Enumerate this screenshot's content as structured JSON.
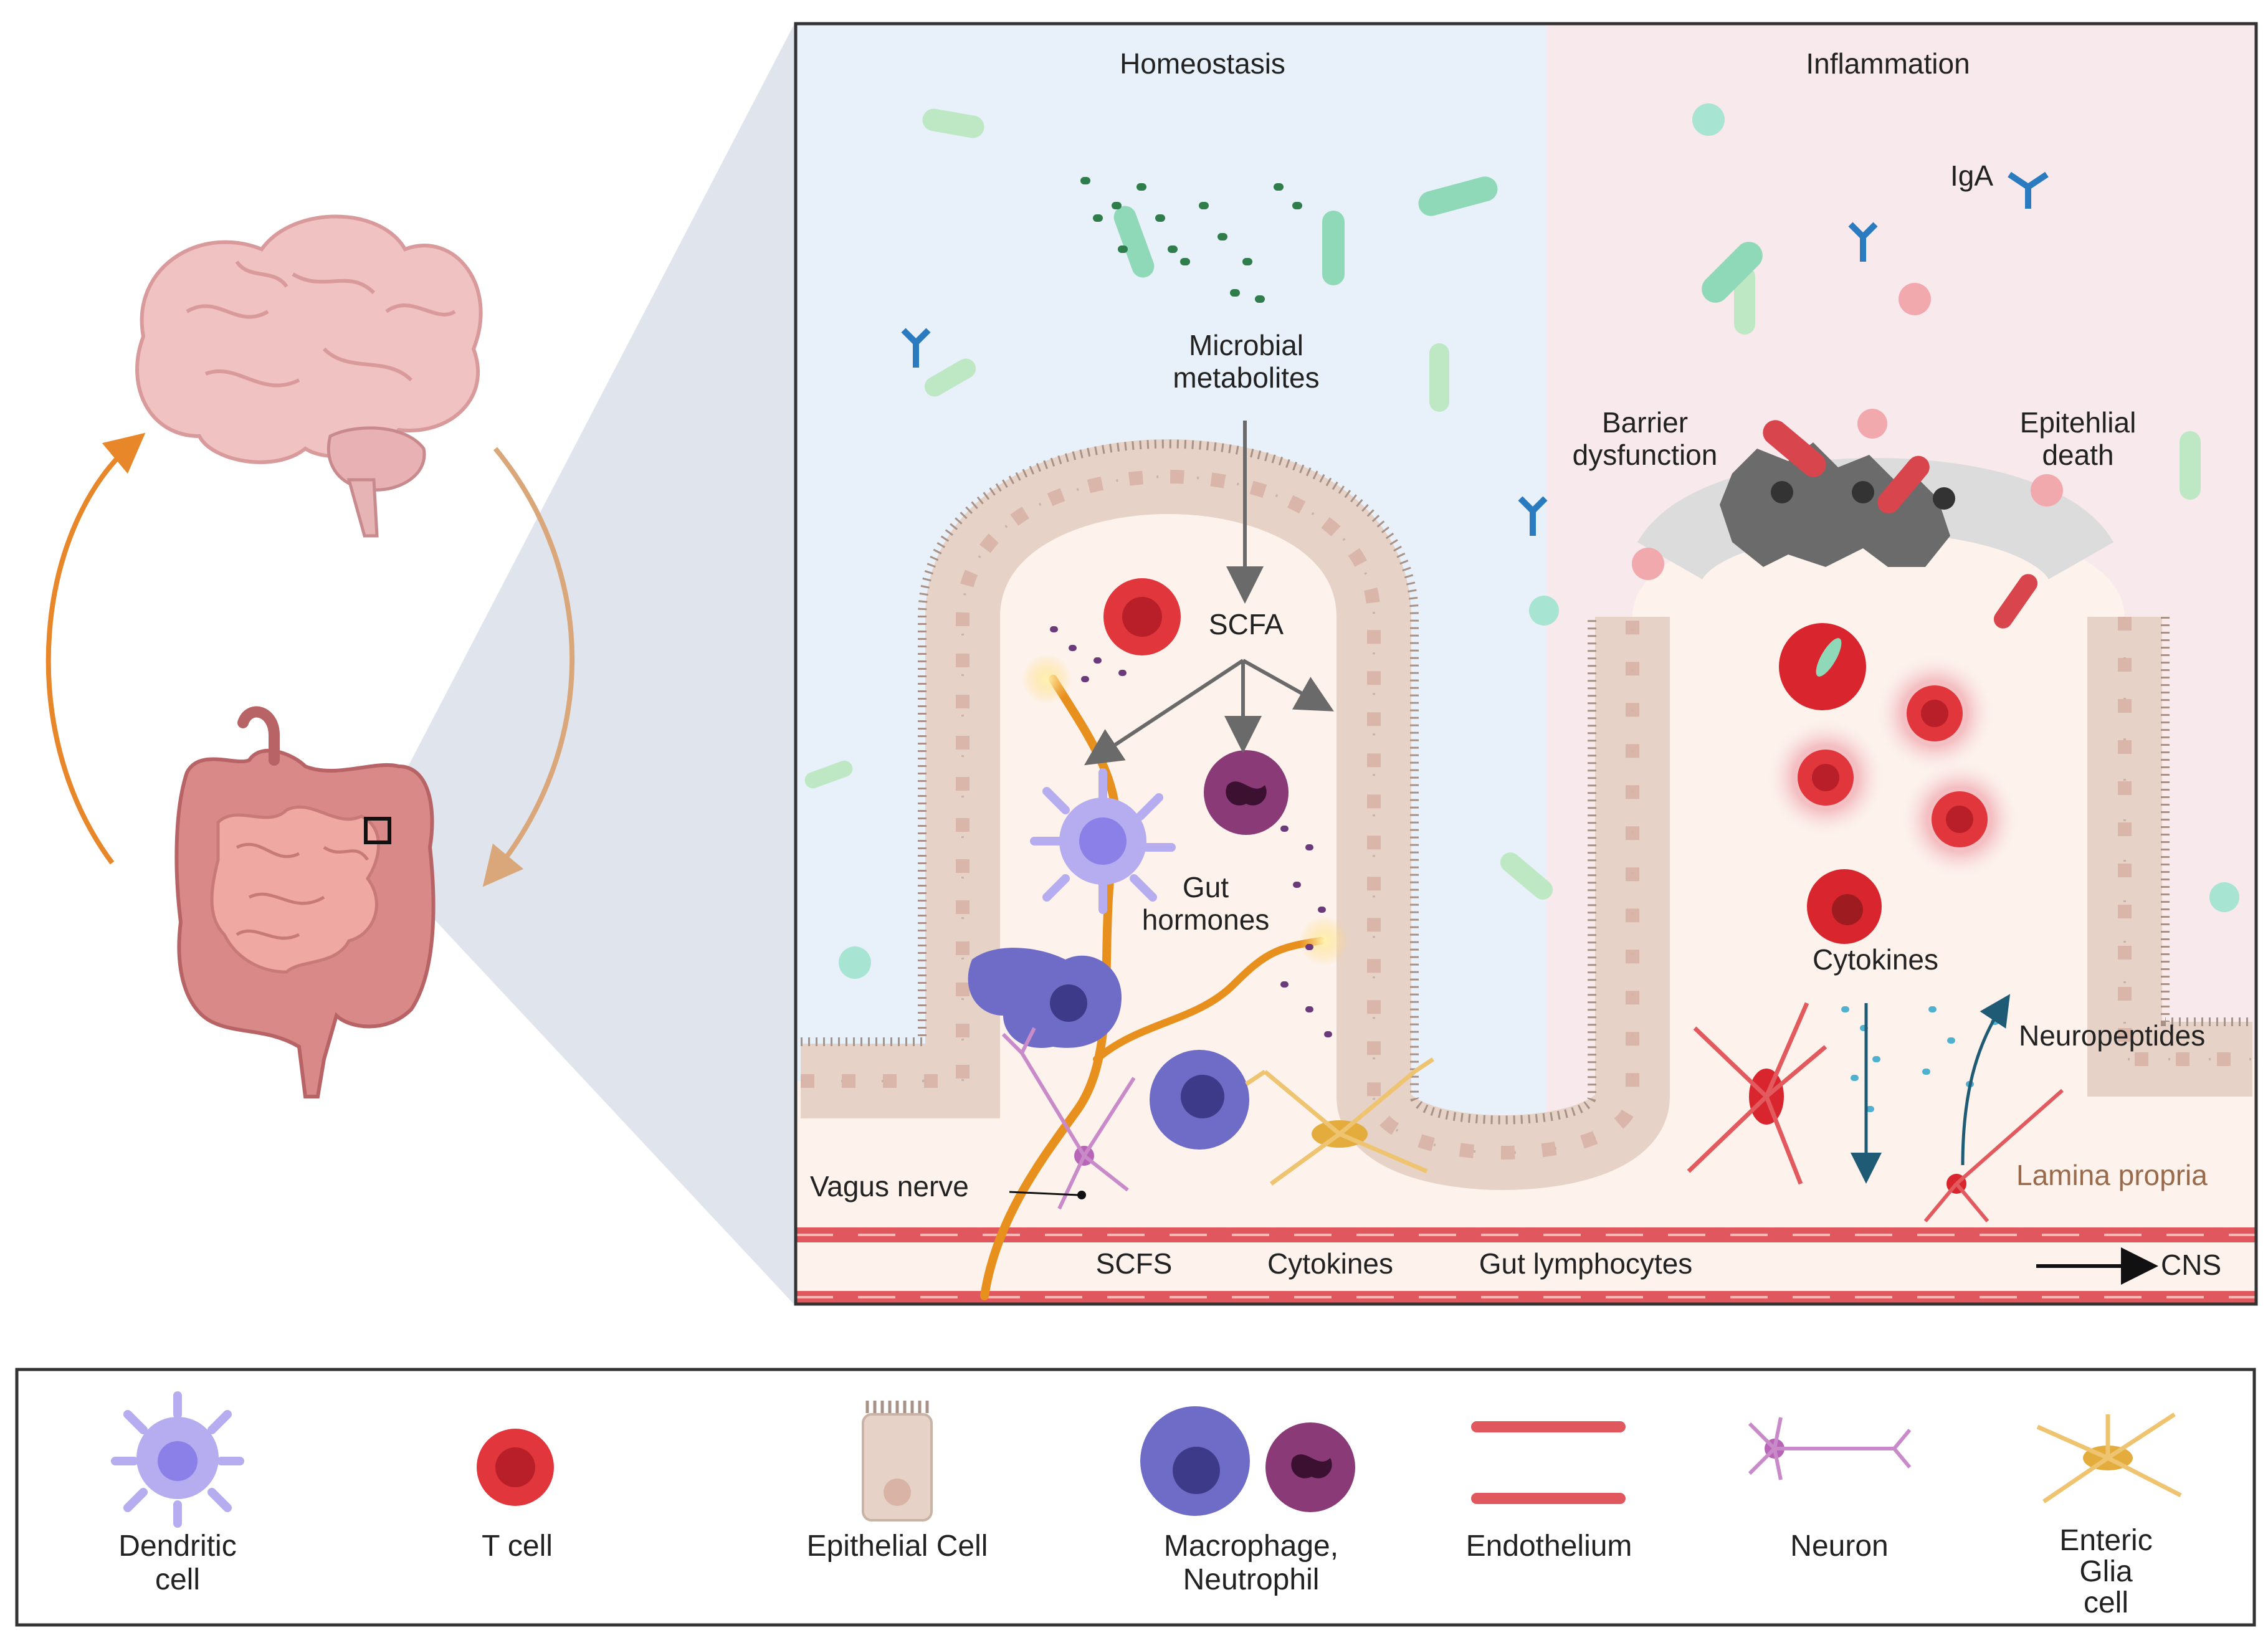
{
  "panel": {
    "homeostasis_title": "Homeostasis",
    "inflammation_title": "Inflammation",
    "microbial_metabolites": "Microbial\nmetabolites",
    "scfa": "SCFA",
    "gut_hormones": "Gut\nhormones",
    "vagus_nerve": "Vagus nerve",
    "iga": "IgA",
    "barrier_dysfunction": "Barrier\ndysfunction",
    "epithelial_death": "Epitehlial\ndeath",
    "cytokines_inflam": "Cytokines",
    "neuropeptides": "Neuropeptides",
    "lamina_propria": "Lamina propria",
    "vessel_scfs": "SCFS",
    "vessel_cytokines": "Cytokines",
    "vessel_lymphocytes": "Gut lymphocytes",
    "cns": "CNS"
  },
  "legend": {
    "items": [
      {
        "label": "Dendritic\ncell",
        "icon": "dendritic-cell-icon"
      },
      {
        "label": "T cell",
        "icon": "t-cell-icon"
      },
      {
        "label": "Epithelial Cell",
        "icon": "epithelial-cell-icon"
      },
      {
        "label": "Macrophage,\nNeutrophil",
        "icon": "macrophage-neutrophil-icon"
      },
      {
        "label": "Endothelium",
        "icon": "endothelium-icon"
      },
      {
        "label": "Neuron",
        "icon": "neuron-icon"
      },
      {
        "label": "Enteric\nGlia\ncell",
        "icon": "enteric-glia-icon"
      }
    ]
  },
  "colors": {
    "homeostasis_bg": "#e8f1fa",
    "inflammation_bg": "#f8e9ec",
    "lamina_bg": "#fdf3ec",
    "epithelium": "#e6d2c6",
    "vagus": "#e8901e",
    "arrow_orange": "#e8872a",
    "t_cell": "#d9262e",
    "dendritic": "#9b8fe6",
    "macrophage": "#6e6cc6",
    "neutrophil": "#8a3a76",
    "neuron": "#b865b8",
    "glia": "#e3ac3c",
    "bacteria": "#8fd9b8"
  }
}
